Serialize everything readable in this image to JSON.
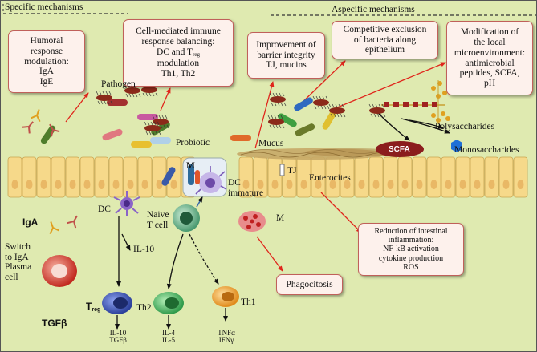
{
  "headers": {
    "specific": "Specific mechanisms",
    "aspecific": "Aspecific mechanisms"
  },
  "boxes": {
    "humoral": [
      "Humoral",
      "response",
      "modulation:",
      "IgA",
      "IgE"
    ],
    "cell_mediated": {
      "line1": "Cell-mediated immune",
      "line2": "response balancing:",
      "line3_pre": "DC and T",
      "line3_sub": "reg",
      "line4": "modulation",
      "line5": "Th1, Th2"
    },
    "barrier": [
      "Improvement of",
      "barrier integrity",
      "TJ, mucins"
    ],
    "competitive": [
      "Competitive exclusion",
      "of bacteria along",
      "epithelium"
    ],
    "microenv": [
      "Modification of",
      "the local",
      "microenvironment:",
      "antimicrobial",
      "peptides, SCFA,",
      "pH"
    ],
    "inflammation": [
      "Reduction of intestinal",
      "inflammation:",
      "NF-kB activation",
      "cytokine production",
      "ROS"
    ],
    "phagocitosis": "Phagocitosis"
  },
  "labels": {
    "pathogen": "Pathogen",
    "probiotic": "Probiotic",
    "mucus": "Mucus",
    "polysaccharides": "Polysaccharides",
    "monosaccharides": "Monosaccharides",
    "scfa": "SCFA",
    "m_cell": "M",
    "tj": "TJ",
    "enterocites": "Enterocites",
    "dc_immature": [
      "DC",
      "immature"
    ],
    "dc": "DC",
    "naive": [
      "Naive",
      "T cell"
    ],
    "macrophage": "M",
    "iga": "IgA",
    "switch": [
      "Switch",
      "to IgA",
      "Plasma",
      "cell"
    ],
    "il10_mid": "IL-10",
    "treg_pre": "T",
    "treg_sub": "reg",
    "th2": "Th2",
    "th1": "Th1",
    "tgfb": "TGFβ",
    "treg_cyto": [
      "IL-10",
      "TGFβ"
    ],
    "th2_cyto": [
      "IL-4",
      "IL-5"
    ],
    "th1_cyto": [
      "TNFα",
      "IFNγ"
    ]
  },
  "colors": {
    "background": "#dfeab0",
    "box_border": "#c0605a",
    "box_fill": "#fdf1ec",
    "arrow_red": "#e0261c",
    "enterocyte": "#f6d98a",
    "scfa": "#8b1d1d",
    "treg_cell": "#3d57b8",
    "th2_cell": "#4dc06a",
    "th1_cell": "#f0a030",
    "plasma_cell": "#d23a2e",
    "monosaccharide": "#1e6fd6"
  }
}
